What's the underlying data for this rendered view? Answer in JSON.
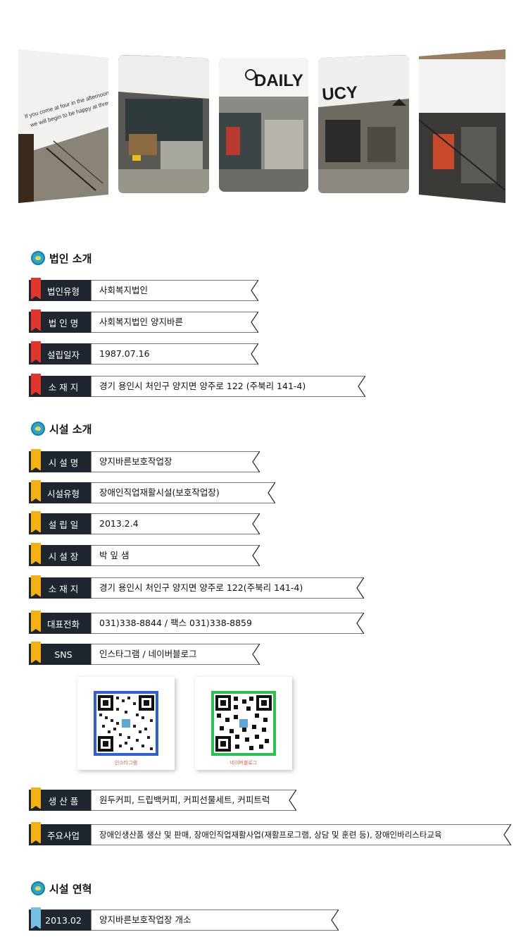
{
  "photos": [
    {
      "name": "photo-left-mural",
      "wall_text": "If you come at four in the afternoon, we will begin to be happy at three"
    },
    {
      "name": "photo-kitchen"
    },
    {
      "name": "photo-cafe-sign",
      "sign_text": "DAILY"
    },
    {
      "name": "photo-cafe-sign-right",
      "sign_text": "UCY"
    },
    {
      "name": "photo-stairs"
    }
  ],
  "corp": {
    "title": "법인 소개",
    "rows": [
      {
        "label": "법인유형",
        "value": "사회복지법인"
      },
      {
        "label": "법 인 명",
        "value": "사회복지법인 양지바른"
      },
      {
        "label": "설립일자",
        "value": "1987.07.16"
      },
      {
        "label": "소 재 지",
        "value": "경기 용인시 처인구 양지면 양주로 122 (주북리 141-4)"
      }
    ]
  },
  "facility": {
    "title": "시설 소개",
    "rows": [
      {
        "label": "시 설 명",
        "value": "양지바른보호작업장"
      },
      {
        "label": "시설유형",
        "value": "장애인직업재활시설(보호작업장)"
      },
      {
        "label": "설 립 일",
        "value": "2013.2.4"
      },
      {
        "label": "시 설 장",
        "value": "박 잎 샘"
      },
      {
        "label": "소 재 지",
        "value": "경기 용인시 처인구 양지면 양주로 122(주북리 141-4)"
      },
      {
        "label": "대표전화",
        "value": "031)338-8844 / 팩스 031)338-8859"
      },
      {
        "label": "SNS",
        "value": "인스타그램   / 네이버블로그"
      }
    ],
    "qr": [
      {
        "caption": "인스타그램",
        "color": "#2f5fd8"
      },
      {
        "caption": "네이버블로그",
        "color": "#2cc24f"
      }
    ],
    "rows2": [
      {
        "label": "생 산 품",
        "value": "원두커피, 드립백커피, 커피선물세트, 커피트럭"
      },
      {
        "label": "주요사업",
        "value": "장애인생산품 생산 및 판매, 장애인직업재활사업(재활프로그램, 상담 및 훈련 등), 장애인바리스타교육"
      }
    ]
  },
  "history": {
    "title": "시설 연혁",
    "rows": [
      {
        "label": "2013.02",
        "value": "양지바른보호작업장 개소"
      }
    ]
  },
  "colors": {
    "label_bg": "#1f2630",
    "corp_flag": "#e0362c",
    "facility_flag": "#f3b212",
    "history_flag": "#77c0e3",
    "logo": "#27a7c9"
  }
}
